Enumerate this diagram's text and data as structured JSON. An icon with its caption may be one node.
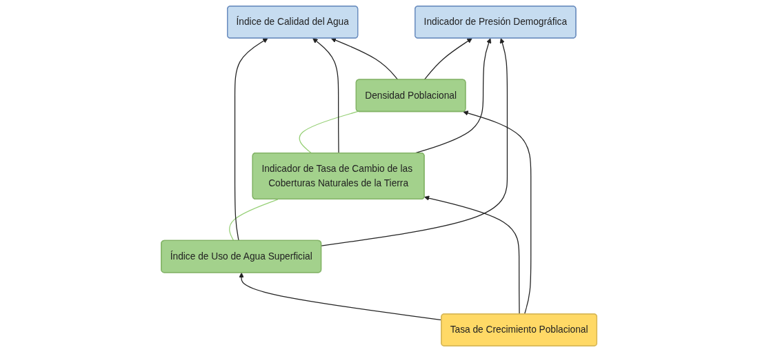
{
  "diagram": {
    "nodes": [
      {
        "text": [
          "Índice de Calidad del Agua"
        ]
      },
      {
        "text": [
          "Indicador de Presión Demográfica"
        ]
      },
      {
        "text": [
          "Índice de Uso de Agua Superficial"
        ]
      },
      {
        "text": [
          "Indicador de Tasa de Cambio de las Coberturas Naturales de la Tierra"
        ]
      },
      {
        "text": [
          "Densidad Poblacional"
        ]
      },
      {
        "text": [
          "Tasa de Crecimiento Poblacional"
        ]
      }
    ],
    "edges": [
      {
        "from": 5,
        "to": 2,
        "arrow": "to"
      },
      {
        "from": 5,
        "to": 3,
        "arrow": "to"
      },
      {
        "from": 5,
        "to": 4,
        "arrow": "to"
      },
      {
        "from": 2,
        "to": 3,
        "arrow": "none",
        "color": "#97d077"
      },
      {
        "from": 3,
        "to": 4,
        "arrow": "none",
        "color": "#97d077"
      },
      {
        "from": 2,
        "to": 0,
        "arrow": "to"
      },
      {
        "from": 2,
        "to": 1,
        "arrow": "to"
      },
      {
        "from": 3,
        "to": 0,
        "arrow": "to"
      },
      {
        "from": 3,
        "to": 1,
        "arrow": "to"
      },
      {
        "from": 4,
        "to": 0,
        "arrow": "to"
      },
      {
        "from": 4,
        "to": 1,
        "arrow": "to"
      }
    ]
  }
}
